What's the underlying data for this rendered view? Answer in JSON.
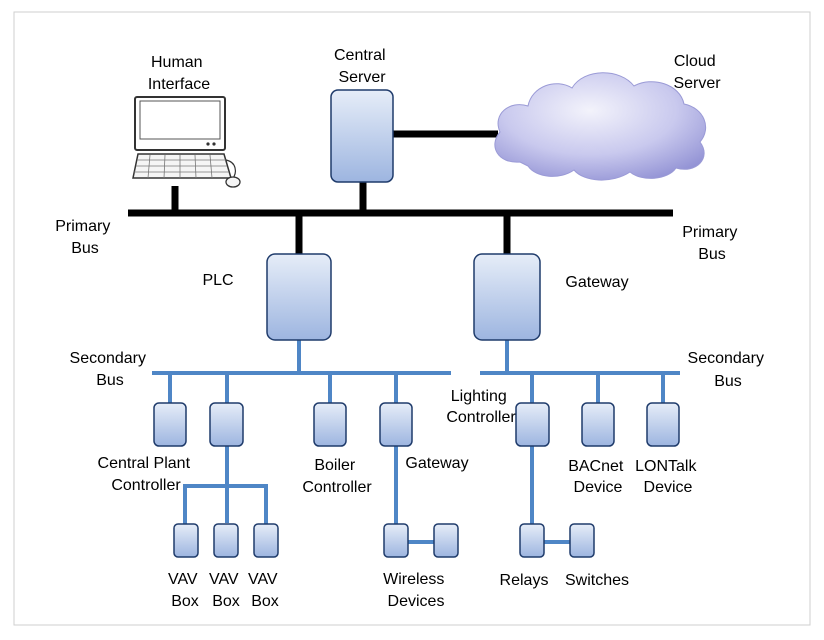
{
  "colors": {
    "primary_bus": "#000000",
    "secondary_bus": "#4f86c6",
    "device_fill_top": "#e6edf8",
    "device_fill_bottom": "#9db5e0",
    "device_stroke": "#1f3b6b",
    "cloud_light": "#f3f3fb",
    "cloud_dark": "#8d8dd2",
    "frame": "#cfcfcf"
  },
  "labels": {
    "human_interface": [
      "Human",
      "Interface"
    ],
    "central_server": [
      "Central",
      "Server"
    ],
    "cloud_server": [
      "Cloud",
      "Server"
    ],
    "primary_bus_left": [
      "Primary",
      "Bus"
    ],
    "primary_bus_right": [
      "Primary",
      "Bus"
    ],
    "plc": "PLC",
    "gateway_main": "Gateway",
    "secondary_bus_left": [
      "Secondary",
      "Bus"
    ],
    "secondary_bus_right": [
      "Secondary",
      "Bus"
    ],
    "central_plant_controller": [
      "Central Plant",
      "Controller"
    ],
    "boiler_controller": [
      "Boiler",
      "Controller"
    ],
    "gateway_small": "Gateway",
    "lighting_controller": [
      "Lighting",
      "Controller"
    ],
    "bacnet_device": [
      "BACnet",
      "Device"
    ],
    "lontalk_device": [
      "LONTalk",
      "Device"
    ],
    "vav_box_1": [
      "VAV",
      "Box"
    ],
    "vav_box_2": [
      "VAV",
      "Box"
    ],
    "vav_box_3": [
      "VAV",
      "Box"
    ],
    "wireless_devices": [
      "Wireless",
      "Devices"
    ],
    "relays": "Relays",
    "switches": "Switches"
  }
}
